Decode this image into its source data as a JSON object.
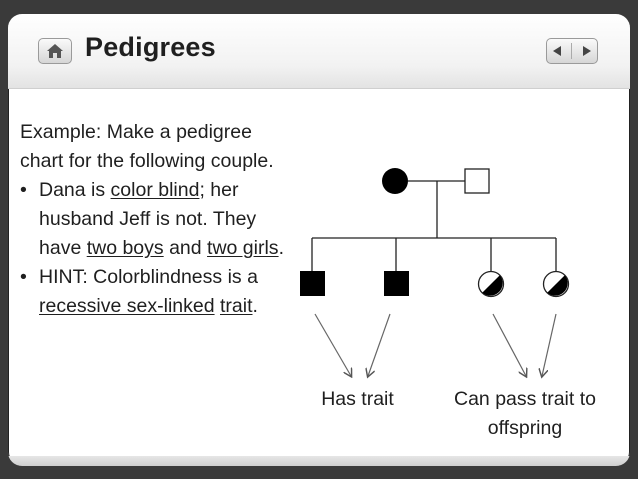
{
  "header": {
    "title": "Pedigrees"
  },
  "icons": {
    "home": "home-icon",
    "prev": "triangle-left-icon",
    "next": "triangle-right-icon"
  },
  "content": {
    "intro": "Example: Make a pedigree chart for the following couple.",
    "b1": {
      "seg1": "Dana is ",
      "u1": "color blind",
      "seg2": "; her husband Jeff is not. They have ",
      "u2": "two boys",
      "seg3": " and ",
      "u3": "two girls",
      "seg4": "."
    },
    "b2": {
      "seg1": "HINT: Colorblindness is a ",
      "u1": "recessive sex-linked",
      "seg2": " ",
      "u2": "trait",
      "seg3": "."
    }
  },
  "diagram": {
    "label_has_trait": "Has trait",
    "label_can_pass": "Can pass trait to offspring"
  },
  "colors": {
    "background": "#3a3a3a",
    "slide": "#ffffff",
    "text": "#1f1f1f"
  }
}
